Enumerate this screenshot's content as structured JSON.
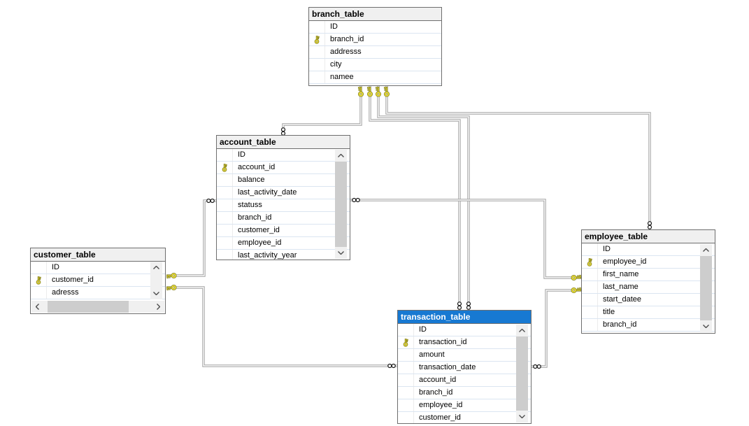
{
  "diagram": {
    "kind": "database-diagram",
    "background_color": "#ffffff",
    "table_header_color": "#f0f0f0",
    "selected_table_header_color": "#1779d2",
    "relationship_line_color": "#a3a3a3",
    "primary_key_icon_color": "#f3e73b",
    "one_end_symbol": "key-icon",
    "many_end_symbol": "infinity-icon"
  },
  "tables": [
    {
      "title": "branch_table",
      "selected": false,
      "columns": [
        {
          "name": "ID",
          "pk": false
        },
        {
          "name": "branch_id",
          "pk": true
        },
        {
          "name": "addresss",
          "pk": false
        },
        {
          "name": "city",
          "pk": false
        },
        {
          "name": "namee",
          "pk": false
        }
      ]
    },
    {
      "title": "account_table",
      "selected": false,
      "columns": [
        {
          "name": "ID",
          "pk": false
        },
        {
          "name": "account_id",
          "pk": true
        },
        {
          "name": "balance",
          "pk": false
        },
        {
          "name": "last_activity_date",
          "pk": false
        },
        {
          "name": "statuss",
          "pk": false
        },
        {
          "name": "branch_id",
          "pk": false
        },
        {
          "name": "customer_id",
          "pk": false
        },
        {
          "name": "employee_id",
          "pk": false
        },
        {
          "name": "last_activity_year",
          "pk": false
        }
      ]
    },
    {
      "title": "customer_table",
      "selected": false,
      "columns": [
        {
          "name": "ID",
          "pk": false
        },
        {
          "name": "customer_id",
          "pk": true
        },
        {
          "name": "adresss",
          "pk": false
        }
      ]
    },
    {
      "title": "transaction_table",
      "selected": true,
      "columns": [
        {
          "name": "ID",
          "pk": false
        },
        {
          "name": "transaction_id",
          "pk": true
        },
        {
          "name": "amount",
          "pk": false
        },
        {
          "name": "transaction_date",
          "pk": false
        },
        {
          "name": "account_id",
          "pk": false
        },
        {
          "name": "branch_id",
          "pk": false
        },
        {
          "name": "employee_id",
          "pk": false
        },
        {
          "name": "customer_id",
          "pk": false
        }
      ]
    },
    {
      "title": "employee_table",
      "selected": false,
      "columns": [
        {
          "name": "ID",
          "pk": false
        },
        {
          "name": "employee_id",
          "pk": true
        },
        {
          "name": "first_name",
          "pk": false
        },
        {
          "name": "last_name",
          "pk": false
        },
        {
          "name": "start_datee",
          "pk": false
        },
        {
          "name": "title",
          "pk": false
        },
        {
          "name": "branch_id",
          "pk": false
        }
      ]
    }
  ],
  "relationships": [
    {
      "one_side": "branch_table",
      "many_side": "account_table"
    },
    {
      "one_side": "branch_table",
      "many_side": "transaction_table"
    },
    {
      "one_side": "branch_table",
      "many_side": "transaction_table"
    },
    {
      "one_side": "branch_table",
      "many_side": "employee_table"
    },
    {
      "one_side": "customer_table",
      "many_side": "account_table"
    },
    {
      "one_side": "customer_table",
      "many_side": "transaction_table"
    },
    {
      "one_side": "employee_table",
      "many_side": "account_table"
    },
    {
      "one_side": "employee_table",
      "many_side": "transaction_table"
    }
  ]
}
